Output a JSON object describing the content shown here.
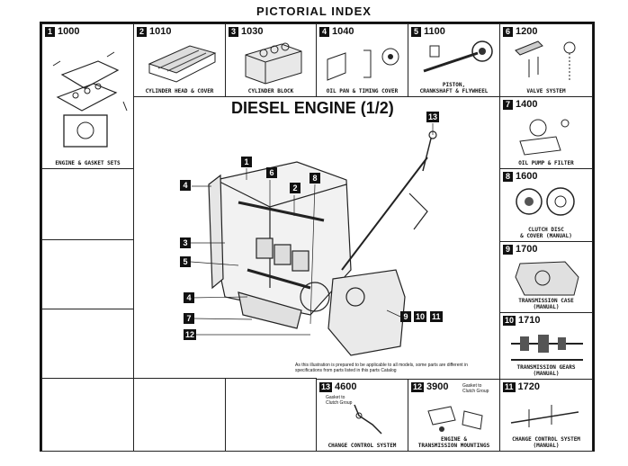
{
  "page": {
    "title": "PICTORIAL INDEX"
  },
  "diagram": {
    "title": "DIESEL ENGINE (1/2)",
    "disclaimer": "As this illustration is prepared to be applicable to all models, some parts are different in specifications from parts listed in this parts Catalog"
  },
  "sections": [
    {
      "num": "1",
      "code": "1000",
      "caption": "ENGINE & GASKET SETS"
    },
    {
      "num": "2",
      "code": "1010",
      "caption": "CYLINDER HEAD & COVER"
    },
    {
      "num": "3",
      "code": "1030",
      "caption": "CYLINDER BLOCK"
    },
    {
      "num": "4",
      "code": "1040",
      "caption": "OIL PAN & TIMING COVER"
    },
    {
      "num": "5",
      "code": "1100",
      "caption": "PISTON,\nCRANKSHAFT & FLYWHEEL"
    },
    {
      "num": "6",
      "code": "1200",
      "caption": "VALVE SYSTEM"
    },
    {
      "num": "7",
      "code": "1400",
      "caption": "OIL PUMP & FILTER"
    },
    {
      "num": "8",
      "code": "1600",
      "caption": "CLUTCH DISC\n& COVER (MANUAL)"
    },
    {
      "num": "9",
      "code": "1700",
      "caption": "TRANSMISSION CASE\n(MANUAL)"
    },
    {
      "num": "10",
      "code": "1710",
      "caption": "TRANSMISSION GEARS\n(MANUAL)"
    },
    {
      "num": "13",
      "code": "4600",
      "caption": "CHANGE CONTROL SYSTEM",
      "note": "Gasket to\nClutch Group"
    },
    {
      "num": "12",
      "code": "3900",
      "caption": "ENGINE &\nTRANSMISSION MOUNTINGS",
      "note": "Gasket to\nClutch Group"
    },
    {
      "num": "11",
      "code": "1720",
      "caption": "CHANGE CONTROL SYSTEM\n(MANUAL)"
    }
  ],
  "callouts": [
    "1",
    "6",
    "2",
    "8",
    "13",
    "4",
    "3",
    "5",
    "4",
    "7",
    "12",
    "9",
    "10",
    "11"
  ]
}
